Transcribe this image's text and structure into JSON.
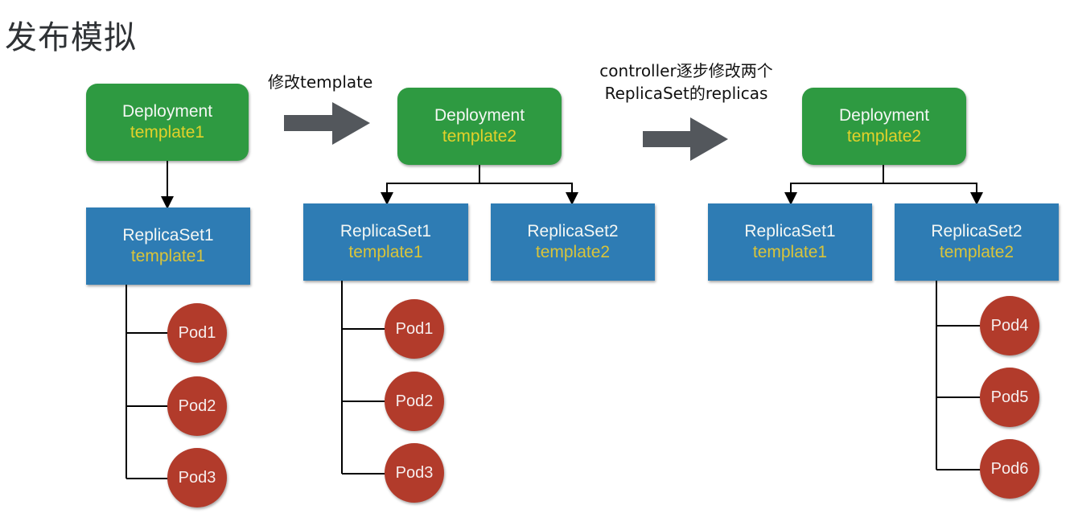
{
  "title": "发布模拟",
  "captions": {
    "step1": "修改template",
    "step2_line1": "controller逐步修改两个",
    "step2_line2": "ReplicaSet的replicas"
  },
  "colors": {
    "deployment": "#2e9a41",
    "replicaset": "#2e7cb4",
    "pod": "#b23b2b",
    "template_text": "#e3d12a",
    "arrow": "#53575c"
  },
  "stages": [
    {
      "deployment": {
        "name": "Deployment",
        "template": "template1"
      },
      "replicasets": [
        {
          "name": "ReplicaSet1",
          "template": "template1",
          "pods": [
            "Pod1",
            "Pod2",
            "Pod3"
          ]
        }
      ]
    },
    {
      "deployment": {
        "name": "Deployment",
        "template": "template2"
      },
      "replicasets": [
        {
          "name": "ReplicaSet1",
          "template": "template1",
          "pods": [
            "Pod1",
            "Pod2",
            "Pod3"
          ]
        },
        {
          "name": "ReplicaSet2",
          "template": "template2",
          "pods": []
        }
      ]
    },
    {
      "deployment": {
        "name": "Deployment",
        "template": "template2"
      },
      "replicasets": [
        {
          "name": "ReplicaSet1",
          "template": "template1",
          "pods": []
        },
        {
          "name": "ReplicaSet2",
          "template": "template2",
          "pods": [
            "Pod4",
            "Pod5",
            "Pod6"
          ]
        }
      ]
    }
  ]
}
